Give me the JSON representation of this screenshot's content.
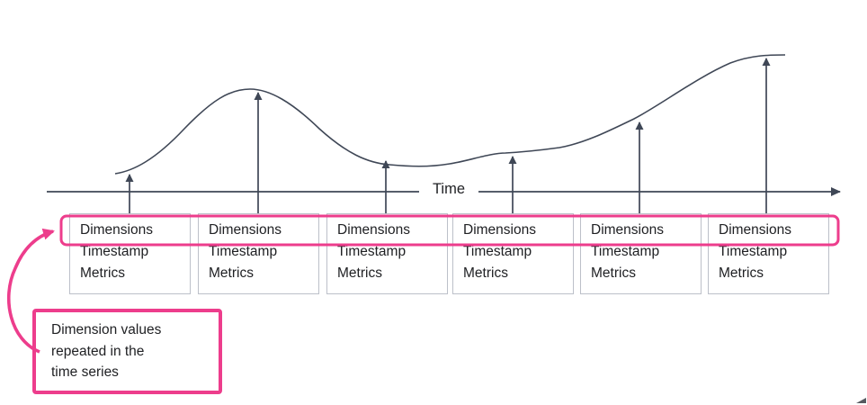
{
  "colors": {
    "pink": "#ED3D8C",
    "ink": "#3F4756",
    "boxBorder": "#BCC0C9",
    "text": "#202124",
    "artifact": "#555A60"
  },
  "axis": {
    "label": "Time"
  },
  "records": {
    "count": 6,
    "fields": [
      "Dimensions",
      "Timestamp",
      "Metrics"
    ]
  },
  "callout": {
    "lines": [
      "Dimension values",
      "repeated in the",
      "time series"
    ]
  },
  "icons": {
    "axis_arrow": "right-arrowhead",
    "value_arrows": "up-arrowhead",
    "callout_arrow": "curved-pink-arrow"
  }
}
